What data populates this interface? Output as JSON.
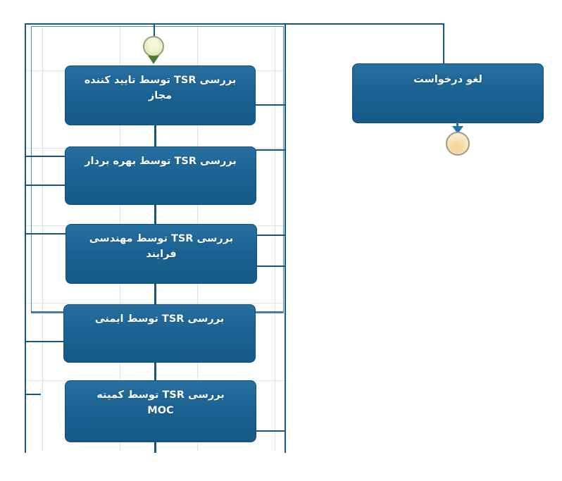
{
  "diagram": {
    "kind": "workflow-flowchart",
    "language": "fa",
    "lane": {
      "tasks": [
        {
          "label": "بررسی TSR توسط تایید کننده مجاز"
        },
        {
          "label": "بررسی TSR توسط بهره بردار"
        },
        {
          "label": "بررسی TSR توسط مهندسی فرایند"
        },
        {
          "label": "بررسی TSR توسط ایمنی"
        },
        {
          "label": "بررسی TSR توسط کمیته MOC"
        }
      ],
      "start_event": {
        "icon": "start-event-circle"
      }
    },
    "right_flow": {
      "cancel_task": {
        "label": "لغو درخواست"
      },
      "end_event": {
        "icon": "end-event-circle"
      }
    }
  },
  "colors": {
    "task_fill": "#1a6191",
    "task_fill_top": "#26709f",
    "task_fill_dark": "#155987",
    "task_border": "#0f4f7d",
    "task_text": "#ffffff",
    "connector": "#15568a",
    "lane_border": "#16598c",
    "lane_inner": "#4d8cbd",
    "grid": "#dde3ec",
    "start_fill_a": "#f4f7dd",
    "start_fill_b": "#dce7a9",
    "start_border": "#97a084",
    "start_arrow": "#4d7c33",
    "end_fill_a": "#f6d69c",
    "end_fill_b": "#fdf3de",
    "end_border": "#93a08c",
    "end_arrow": "#2171b5"
  }
}
